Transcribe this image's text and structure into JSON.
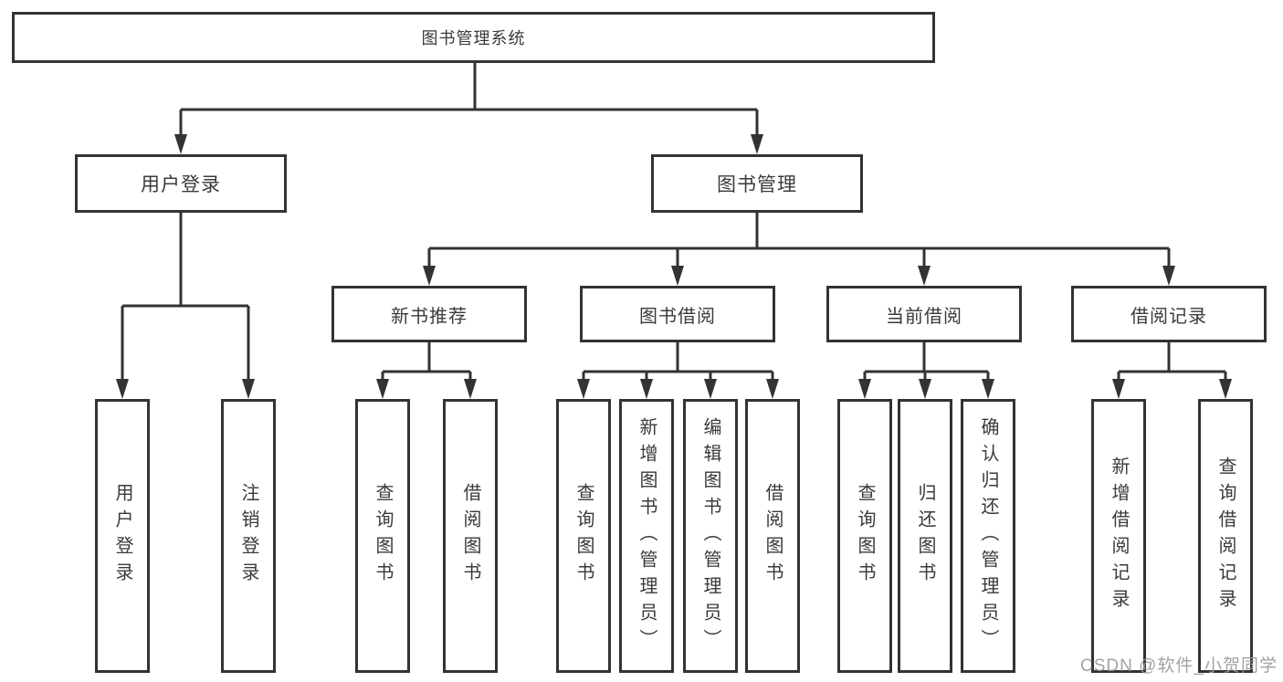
{
  "diagram": {
    "root": {
      "label": "图书管理系统"
    },
    "level2": [
      {
        "label": "用户登录"
      },
      {
        "label": "图书管理"
      }
    ],
    "level3": [
      {
        "label": "新书推荐"
      },
      {
        "label": "图书借阅"
      },
      {
        "label": "当前借阅"
      },
      {
        "label": "借阅记录"
      }
    ],
    "leaves": {
      "user_login": [
        "用户登录",
        "注销登录"
      ],
      "new_book_recommend": [
        "查询图书",
        "借阅图书"
      ],
      "book_borrowing": [
        "查询图书",
        "新增图书（管理员）",
        "编辑图书（管理员）",
        "借阅图书"
      ],
      "current_borrowing": [
        "查询图书",
        "归还图书",
        "确认归还（管理员）"
      ],
      "borrowing_records": [
        "新增借阅记录",
        "查询借阅记录"
      ]
    }
  },
  "watermark": "CSDN @软件_小贺同学",
  "colors": {
    "line": "#333333",
    "text": "#3a3a3a",
    "watermark": "#9b9b9b",
    "background": "#ffffff"
  }
}
